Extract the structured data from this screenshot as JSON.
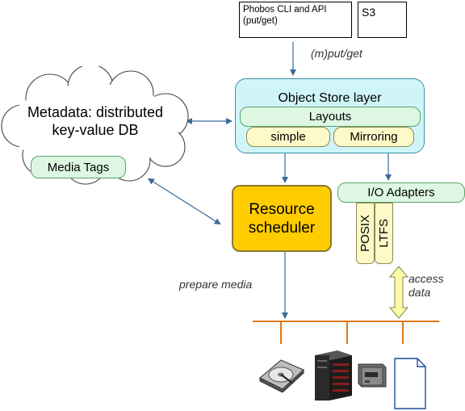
{
  "clients": {
    "phobos_cli": "Phobos CLI and API\n(put/get)",
    "s3": "S3"
  },
  "edges": {
    "mput_get": "(m)put/get",
    "prepare_media": "prepare media",
    "access_data": "access\ndata"
  },
  "object_store": {
    "title": "Object Store layer",
    "layouts": "Layouts",
    "simple": "simple",
    "mirroring": "Mirroring"
  },
  "metadata": {
    "title": "Metadata: distributed\nkey-value DB",
    "media_tags": "Media Tags"
  },
  "scheduler": {
    "title": "Resource\nscheduler"
  },
  "io": {
    "title": "I/O Adapters",
    "posix": "POSIX",
    "ltfs": "LTFS"
  },
  "colors": {
    "object_store_fill": "#cff5f8",
    "layout_fill": "#ddf7e3",
    "adapter_fill": "#fdf9c8",
    "scheduler_fill": "#ffcc00",
    "bus_line": "#e07a1c",
    "arrow": "#3a6a9a"
  },
  "icons": [
    "hard-disk-icon",
    "disk-array-icon",
    "tape-drive-icon",
    "file-document-icon"
  ]
}
